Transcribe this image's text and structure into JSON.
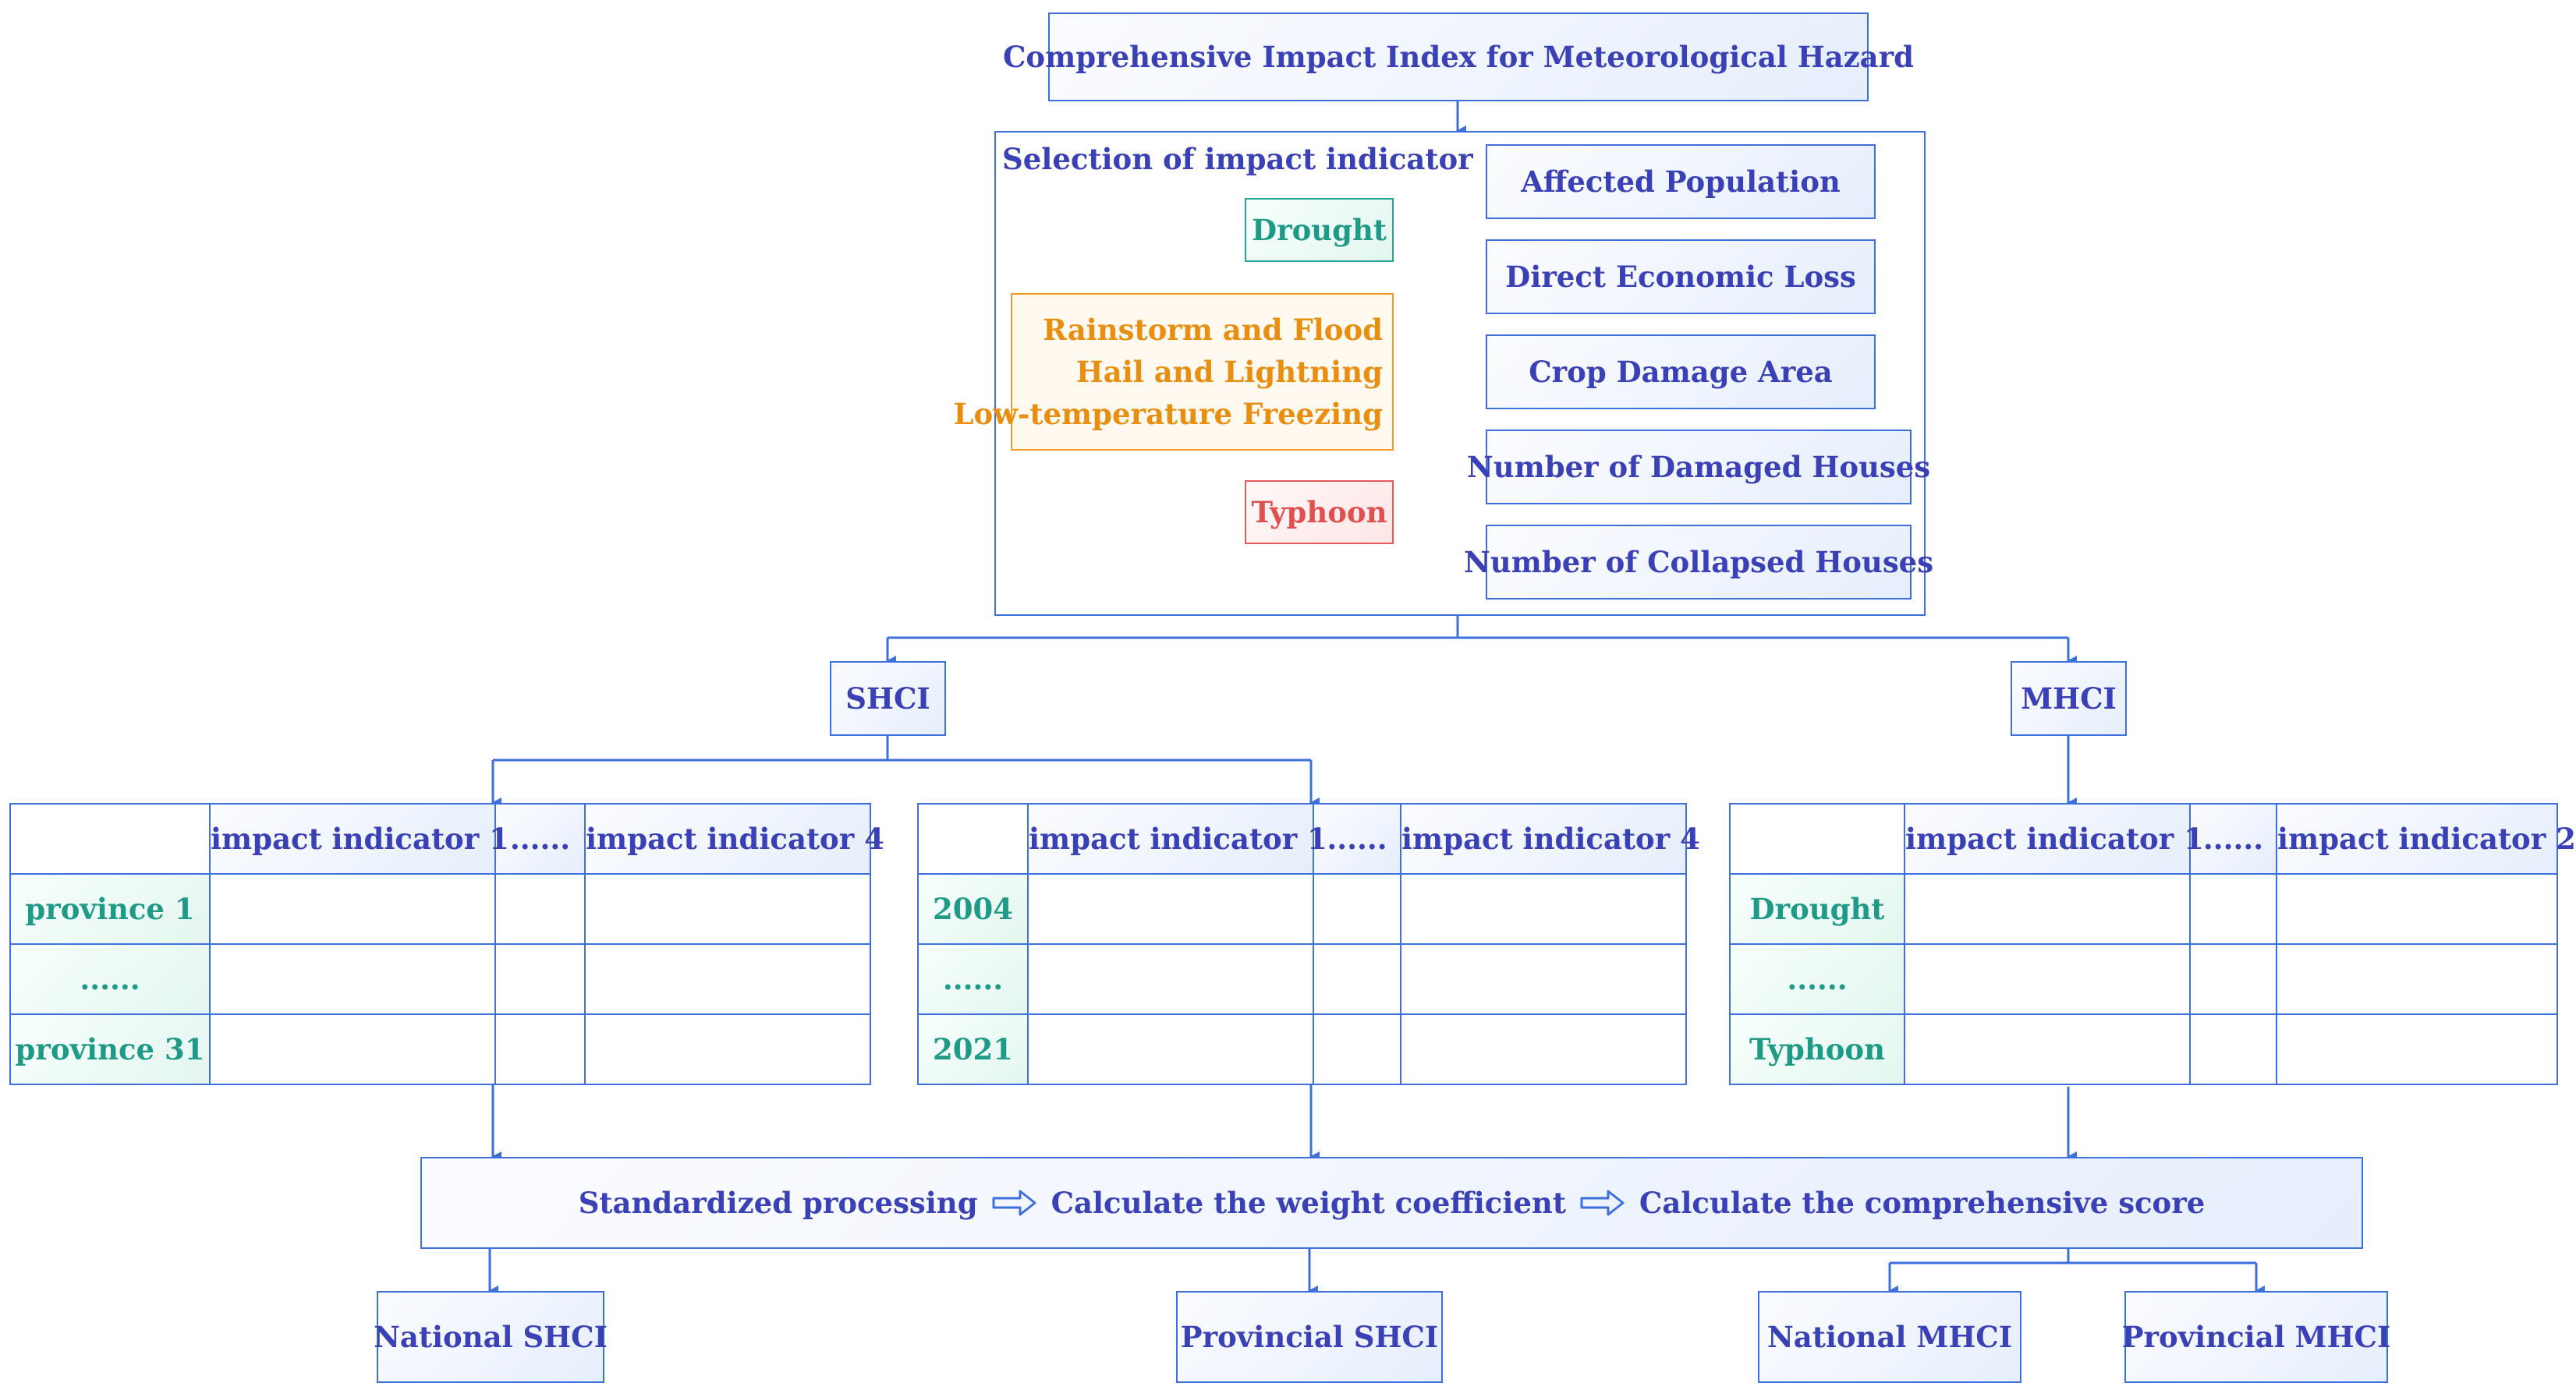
{
  "title": "Comprehensive Impact Index for Meteorological Hazard",
  "selection": {
    "label": "Selection of impact indicator",
    "hazards": {
      "drought": "Drought",
      "group": [
        "Rainstorm and Flood",
        "Hail and Lightning",
        "Low-temperature Freezing"
      ],
      "typhoon": "Typhoon"
    },
    "indicators": [
      "Affected Population",
      "Direct Economic Loss",
      "Crop Damage Area",
      "Number of Damaged Houses",
      "Number of Collapsed Houses"
    ]
  },
  "shci_label": "SHCI",
  "mhci_label": "MHCI",
  "tables": {
    "province": {
      "headers": [
        "",
        "impact indicator 1",
        "......",
        "impact indicator 4"
      ],
      "rows": [
        "province 1",
        "......",
        "province 31"
      ]
    },
    "year": {
      "headers": [
        "",
        "impact indicator 1",
        "......",
        "impact indicator 4"
      ],
      "rows": [
        "2004",
        "......",
        "2021"
      ]
    },
    "hazard": {
      "headers": [
        "",
        "impact indicator 1",
        "......",
        "impact indicator 2"
      ],
      "rows": [
        "Drought",
        "......",
        "Typhoon"
      ]
    }
  },
  "process": {
    "steps": [
      "Standardized processing",
      "Calculate the weight coefficient",
      "Calculate the comprehensive score"
    ]
  },
  "outputs": {
    "national_shci": "National SHCI",
    "provincial_shci": "Provincial SHCI",
    "national_mhci": "National MHCI",
    "provincial_mhci": "Provincial MHCI"
  },
  "colors": {
    "structure": "#3d70dd",
    "drought": "#26a692",
    "rain_group": "#f29a22",
    "typhoon": "#e45a58"
  }
}
